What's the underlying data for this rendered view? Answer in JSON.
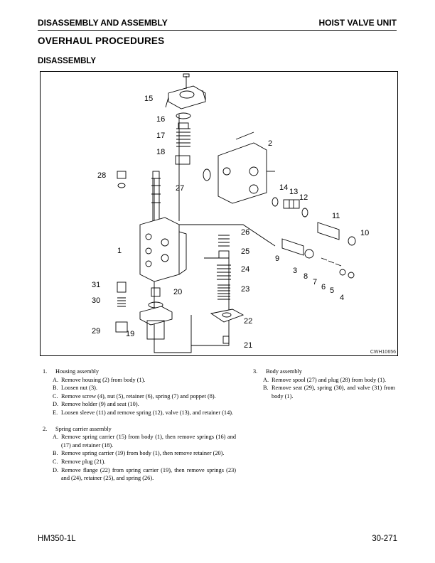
{
  "header": {
    "left": "DISASSEMBLY AND ASSEMBLY",
    "right": "HOIST VALVE UNIT"
  },
  "title": "OVERHAUL PROCEDURES",
  "subtitle": "DISASSEMBLY",
  "figure": {
    "code": "CWH10656",
    "callouts": [
      "15",
      "16",
      "17",
      "18",
      "28",
      "27",
      "1",
      "31",
      "30",
      "29",
      "19",
      "20",
      "2",
      "14",
      "13",
      "12",
      "11",
      "10",
      "26",
      "25",
      "24",
      "23",
      "22",
      "21",
      "9",
      "3",
      "8",
      "7",
      "6",
      "5",
      "4"
    ]
  },
  "sections": [
    {
      "num": "1.",
      "title": "Housing assembly",
      "steps": [
        {
          "letter": "A.",
          "text": "Remove housing (2) from body (1)."
        },
        {
          "letter": "B.",
          "text": "Loosen nut (3)."
        },
        {
          "letter": "C.",
          "text": "Remove screw (4), nut (5), retainer (6), spring (7) and poppet (8)."
        },
        {
          "letter": "D.",
          "text": "Remove holder (9) and seat (10)."
        },
        {
          "letter": "E.",
          "text": "Loosen sleeve (11) and remove spring (12), valve (13), and retainer (14)."
        }
      ]
    },
    {
      "num": "2.",
      "title": "Spring carrier assembly",
      "steps": [
        {
          "letter": "A.",
          "text": "Remove spring carrier (15) from body (1), then remove springs (16) and (17) and retainer (18)."
        },
        {
          "letter": "B.",
          "text": "Remove spring carrier (19) from body (1), then remove retainer (20)."
        },
        {
          "letter": "C.",
          "text": "Remove plug (21)."
        },
        {
          "letter": "D.",
          "text": "Remove flange (22) from spring carrier (19), then remove springs (23) and (24), retainer (25), and spring (26)."
        }
      ]
    },
    {
      "num": "3.",
      "title": "Body assembly",
      "steps": [
        {
          "letter": "A.",
          "text": "Remove spool (27) and plug (28) from body (1)."
        },
        {
          "letter": "B.",
          "text": "Remove seat (29), spring (30), and valve (31) from body (1)."
        }
      ]
    }
  ],
  "footer": {
    "left": "HM350-1L",
    "right": "30-271"
  }
}
